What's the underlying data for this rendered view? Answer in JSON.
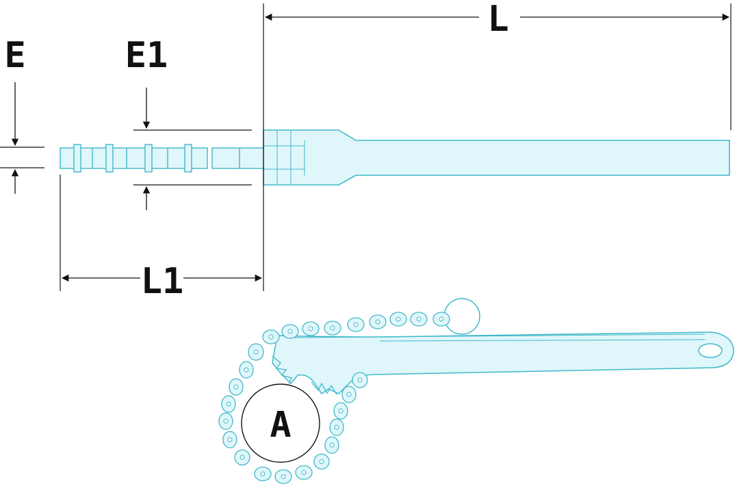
{
  "labels": {
    "length": "L",
    "chain_length": "L1",
    "thickness": "E",
    "chain_thickness": "E1",
    "capacity": "A"
  },
  "colors": {
    "tool_fill": "#dff6fa",
    "tool_outline": "#3fb8c9",
    "dimension_line": "#111111"
  }
}
